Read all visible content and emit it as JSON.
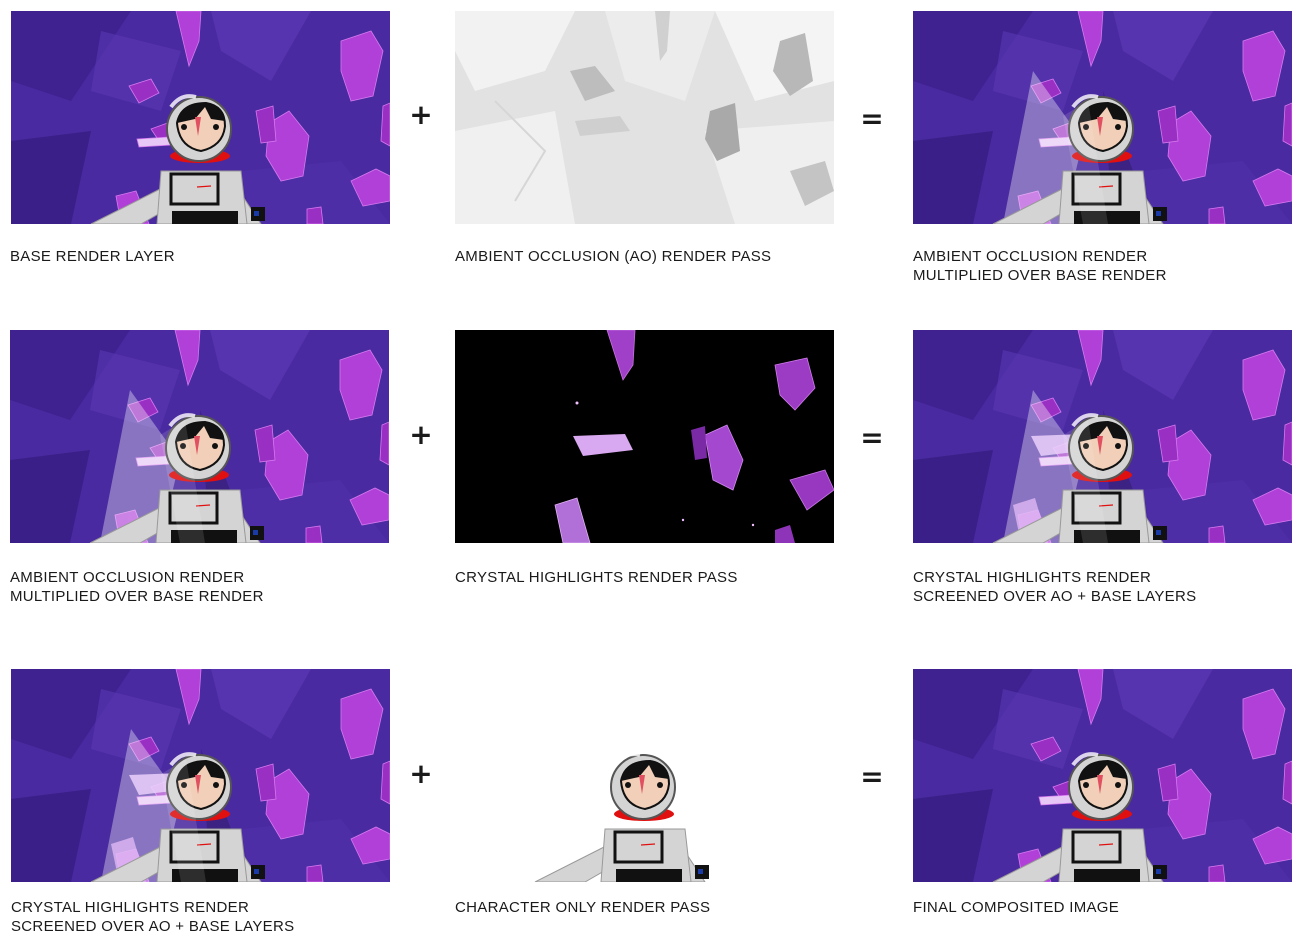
{
  "rows": [
    {
      "panels": [
        {
          "kind": "base",
          "caption": "BASE RENDER LAYER"
        },
        {
          "kind": "ao",
          "caption": "AMBIENT OCCLUSION (AO) RENDER PASS"
        },
        {
          "kind": "base-ao",
          "caption": "AMBIENT OCCLUSION RENDER\nMULTIPLIED OVER BASE RENDER"
        }
      ],
      "plus": "+",
      "equals": "="
    },
    {
      "panels": [
        {
          "kind": "base-ao",
          "caption": "AMBIENT OCCLUSION RENDER\nMULTIPLIED OVER BASE RENDER"
        },
        {
          "kind": "highlights",
          "caption": "CRYSTAL HIGHLIGHTS RENDER PASS"
        },
        {
          "kind": "base-ao-hl",
          "caption": "CRYSTAL HIGHLIGHTS RENDER\nSCREENED OVER AO + BASE LAYERS"
        }
      ],
      "plus": "+",
      "equals": "="
    },
    {
      "panels": [
        {
          "kind": "base-ao-hl",
          "caption": "CRYSTAL HIGHLIGHTS RENDER\nSCREENED OVER AO + BASE LAYERS"
        },
        {
          "kind": "character",
          "caption": "CHARACTER ONLY RENDER PASS"
        },
        {
          "kind": "final",
          "caption": "FINAL COMPOSITED IMAGE"
        }
      ],
      "plus": "+",
      "equals": "="
    }
  ],
  "colors": {
    "background_purple": "#4a2aa0",
    "crystal": "#b040d8",
    "suit": "#d4d4d4",
    "collar": "#e01010",
    "ao_background": "#e2e2e2",
    "highlights_background": "#000000"
  }
}
